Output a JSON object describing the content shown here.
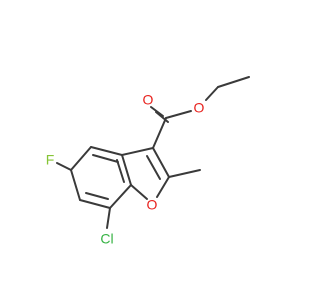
{
  "atoms": {
    "o_carbonyl": {
      "label": "O",
      "color": "#e8231f"
    },
    "o_ester": {
      "label": "O",
      "color": "#e8231f"
    },
    "o_ring": {
      "label": "O",
      "color": "#e8231f"
    },
    "fluorine": {
      "label": "F",
      "color": "#86c536"
    },
    "chlorine": {
      "label": "Cl",
      "color": "#36b344"
    }
  },
  "bond_color": "#3a3a3a",
  "background": "#ffffff"
}
